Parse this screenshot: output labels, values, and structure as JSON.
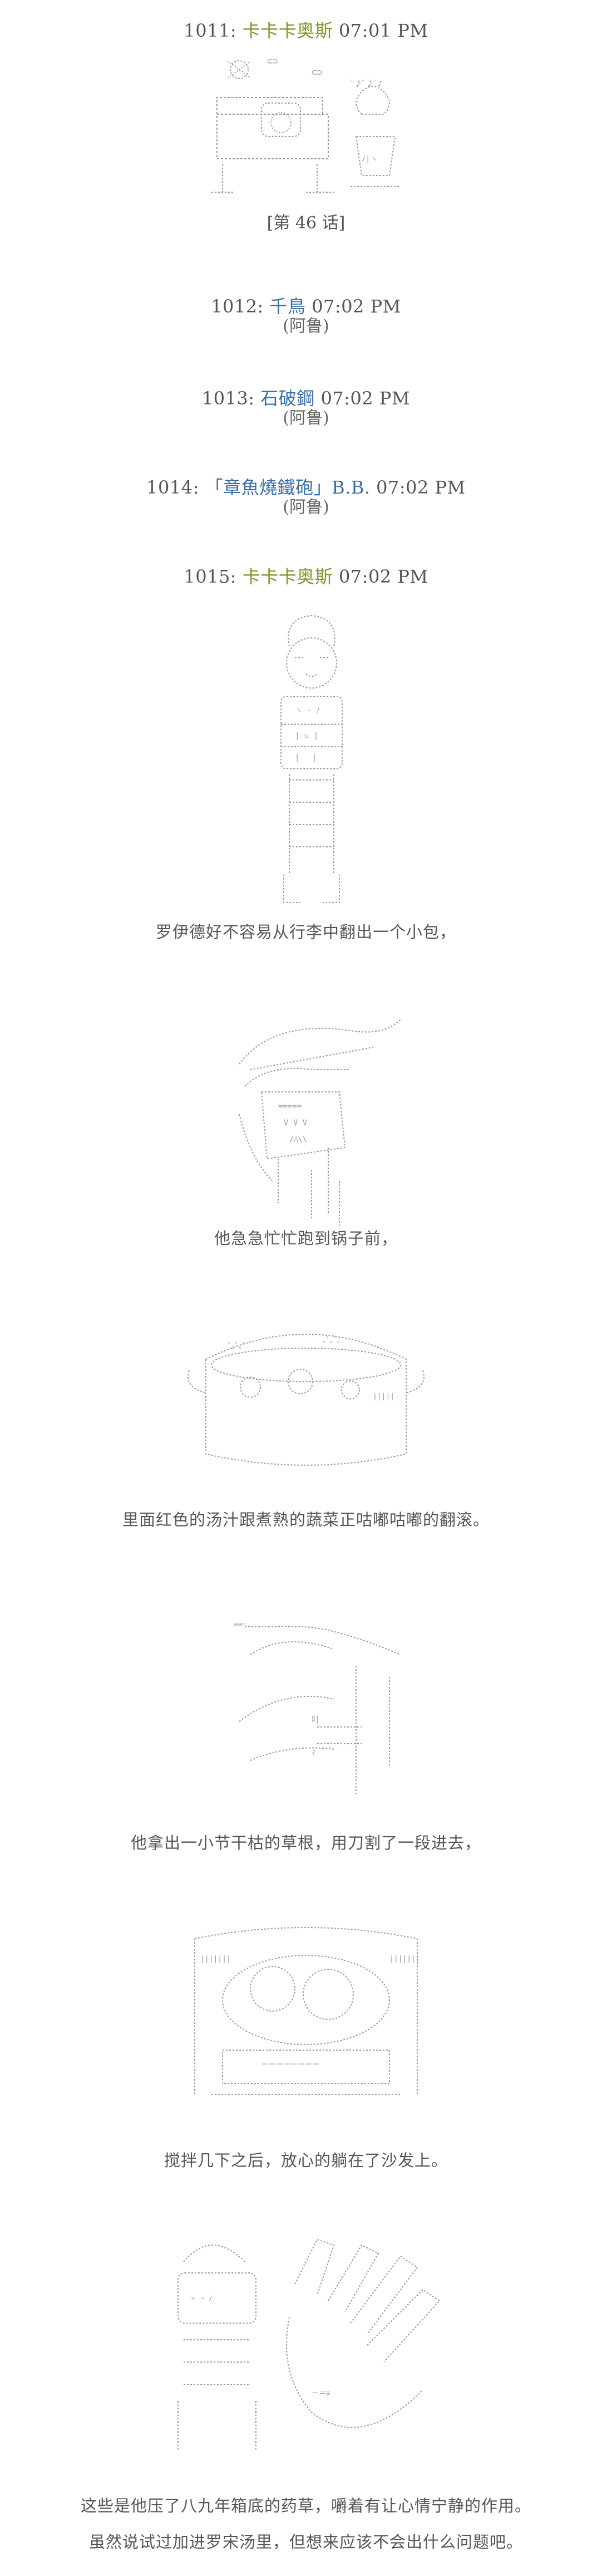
{
  "posts": [
    {
      "number": "1011:",
      "name": "卡卡卡奥斯",
      "time": "07:01 PM"
    },
    {
      "number": "1012:",
      "name": "千鳥",
      "time": "07:02 PM",
      "sub": "(阿鲁)"
    },
    {
      "number": "1013:",
      "name": "石破鋼",
      "time": "07:02 PM",
      "sub": "(阿鲁)"
    },
    {
      "number": "1014:",
      "name": "「章魚燒鐵砲」B.B.",
      "time": "07:02 PM",
      "sub": "(阿鲁)"
    },
    {
      "number": "1015:",
      "name": "卡卡卡奥斯",
      "time": "07:02 PM"
    }
  ],
  "episode_label": "[第 46 话]",
  "captions": [
    "罗伊德好不容易从行李中翻出一个小包，",
    "他急急忙忙跑到锅子前，",
    "里面红色的汤汁跟煮熟的蔬菜正咕嘟咕嘟的翻滚。",
    "他拿出一小节干枯的草根，用刀割了一段进去，",
    "搅拌几下之后，放心的躺在了沙发上。",
    "这些是他压了八九年箱底的药草，嚼着有让心情宁静的作用。",
    "虽然说试过加进罗宋汤里，但想来应该不会出什么问题吧。"
  ],
  "colors": {
    "text": "#555555",
    "name_green": "#7a9a2a",
    "name_blue": "#3a6fa5",
    "art_stroke": "#9a9a9a"
  }
}
